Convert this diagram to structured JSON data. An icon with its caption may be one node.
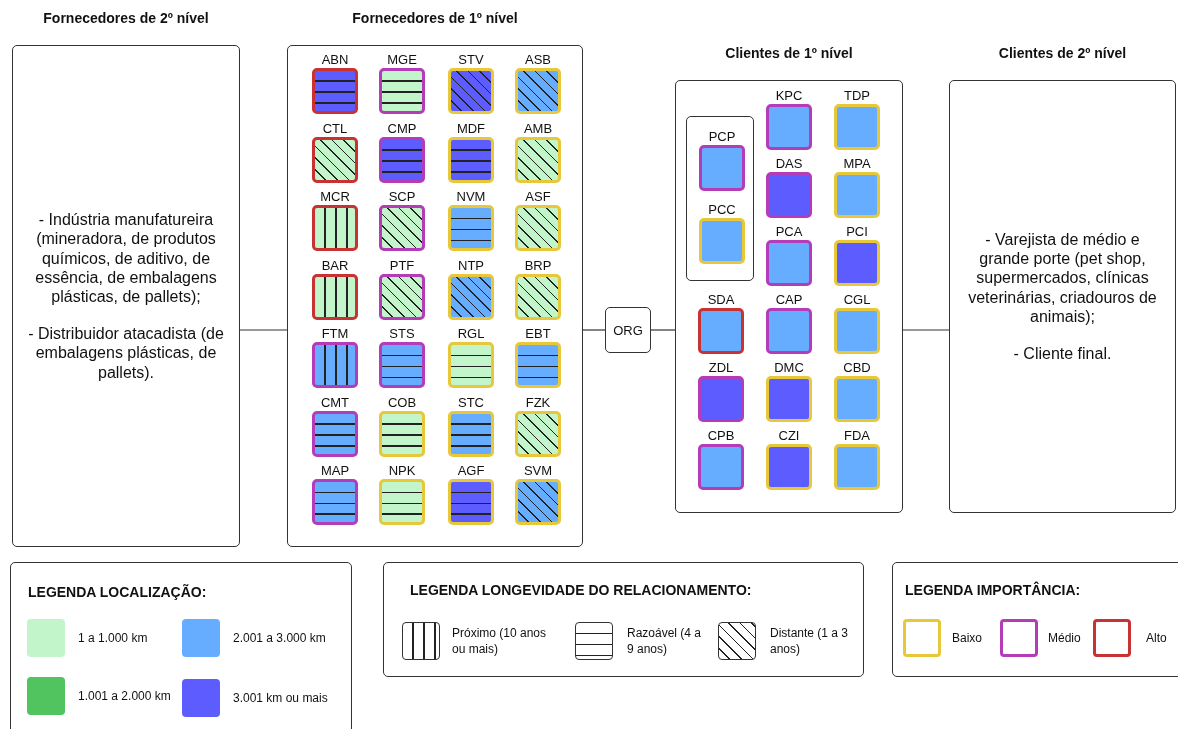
{
  "diagram": {
    "nodes": [
      {
        "text": [
          "Fornecedores de 2º nível",
          "- Indústria manufatureira (mineradora, de produtos químicos, de aditivo, de essência, de embalagens plásticas, de pallets);",
          "- Distribuidor atacadista (de embalagens plásticas, de pallets)."
        ]
      },
      {
        "text": [
          "Fornecedores de 1º nível"
        ]
      },
      {
        "text": [
          "ABN"
        ],
        "in": 1
      },
      {
        "text": [
          "MGE"
        ],
        "in": 1
      },
      {
        "text": [
          "STV"
        ],
        "in": 1
      },
      {
        "text": [
          "ASB"
        ],
        "in": 1
      },
      {
        "text": [
          "CTL"
        ],
        "in": 1
      },
      {
        "text": [
          "CMP"
        ],
        "in": 1
      },
      {
        "text": [
          "MDF"
        ],
        "in": 1
      },
      {
        "text": [
          "AMB"
        ],
        "in": 1
      },
      {
        "text": [
          "MCR"
        ],
        "in": 1
      },
      {
        "text": [
          "SCP"
        ],
        "in": 1
      },
      {
        "text": [
          "NVM"
        ],
        "in": 1
      },
      {
        "text": [
          "ASF"
        ],
        "in": 1
      },
      {
        "text": [
          "BAR"
        ],
        "in": 1
      },
      {
        "text": [
          "PTF"
        ],
        "in": 1
      },
      {
        "text": [
          "NTP"
        ],
        "in": 1
      },
      {
        "text": [
          "BRP"
        ],
        "in": 1
      },
      {
        "text": [
          "FTM"
        ],
        "in": 1
      },
      {
        "text": [
          "STS"
        ],
        "in": 1
      },
      {
        "text": [
          "RGL"
        ],
        "in": 1
      },
      {
        "text": [
          "EBT"
        ],
        "in": 1
      },
      {
        "text": [
          "CMT"
        ],
        "in": 1
      },
      {
        "text": [
          "COB"
        ],
        "in": 1
      },
      {
        "text": [
          "STC"
        ],
        "in": 1
      },
      {
        "text": [
          "FZK"
        ],
        "in": 1
      },
      {
        "text": [
          "MAP"
        ],
        "in": 1
      },
      {
        "text": [
          "NPK"
        ],
        "in": 1
      },
      {
        "text": [
          "AGF"
        ],
        "in": 1
      },
      {
        "text": [
          "SVM"
        ],
        "in": 1
      },
      {
        "text": [
          "ORG"
        ]
      },
      {
        "text": [
          "Clientes de 1º nível"
        ]
      },
      {
        "text": [],
        "shape": "box",
        "in": 31
      },
      {
        "text": [
          "PCP"
        ],
        "in": 32
      },
      {
        "text": [
          "PCC"
        ],
        "in": 32
      },
      {
        "text": [
          "KPC"
        ],
        "in": 31
      },
      {
        "text": [
          "TDP"
        ],
        "in": 31
      },
      {
        "text": [
          "DAS"
        ],
        "in": 31
      },
      {
        "text": [
          "MPA"
        ],
        "in": 31
      },
      {
        "text": [
          "PCA"
        ],
        "in": 31
      },
      {
        "text": [
          "PCI"
        ],
        "in": 31
      },
      {
        "text": [
          "SDA"
        ],
        "in": 31
      },
      {
        "text": [
          "CAP"
        ],
        "in": 31
      },
      {
        "text": [
          "CGL"
        ],
        "in": 31
      },
      {
        "text": [
          "ZDL"
        ],
        "in": 31
      },
      {
        "text": [
          "DMC"
        ],
        "in": 31
      },
      {
        "text": [
          "CBD"
        ],
        "in": 31
      },
      {
        "text": [
          "CPB"
        ],
        "in": 31
      },
      {
        "text": [
          "CZI"
        ],
        "in": 31
      },
      {
        "text": [
          "FDA"
        ],
        "in": 31
      },
      {
        "text": [
          "Clientes de 2º nível",
          "- Varejista de médio e grande porte (pet shop, supermercados, clínicas veterinárias, criadouros de animais);",
          "- Cliente final."
        ]
      }
    ],
    "edges": [
      {
        "from": 0,
        "to": 1,
        "arrow": "none"
      },
      {
        "from": 1,
        "to": 30,
        "arrow": "none"
      },
      {
        "from": 30,
        "to": 31,
        "arrow": "none"
      },
      {
        "from": 31,
        "to": 50,
        "arrow": "none"
      }
    ],
    "labels": [
      "LEGENDA LOCALIZAÇÃO:",
      "LEGENDA LONGEVIDADE DO RELACIONAMENTO:",
      "LEGENDA IMPORTÂNCIA:"
    ],
    "legend": [
      {
        "text": "1 a 1.000 km",
        "color": "#c2f5c9"
      },
      {
        "text": "2.001 a 3.000 km",
        "color": "#66adff"
      },
      {
        "text": "1.001 a 2.000 km",
        "color": "#52c45f"
      },
      {
        "text": "3.001 km ou mais",
        "color": "#5c5cff"
      },
      {
        "text": "Próximo (10 anos ou mais)"
      },
      {
        "text": "Razoável (4 a 9 anos)"
      },
      {
        "text": "Distante (1 a 3 anos)"
      },
      {
        "text": "Baixo"
      },
      {
        "text": "Médio"
      },
      {
        "text": "Alto"
      }
    ]
  }
}
